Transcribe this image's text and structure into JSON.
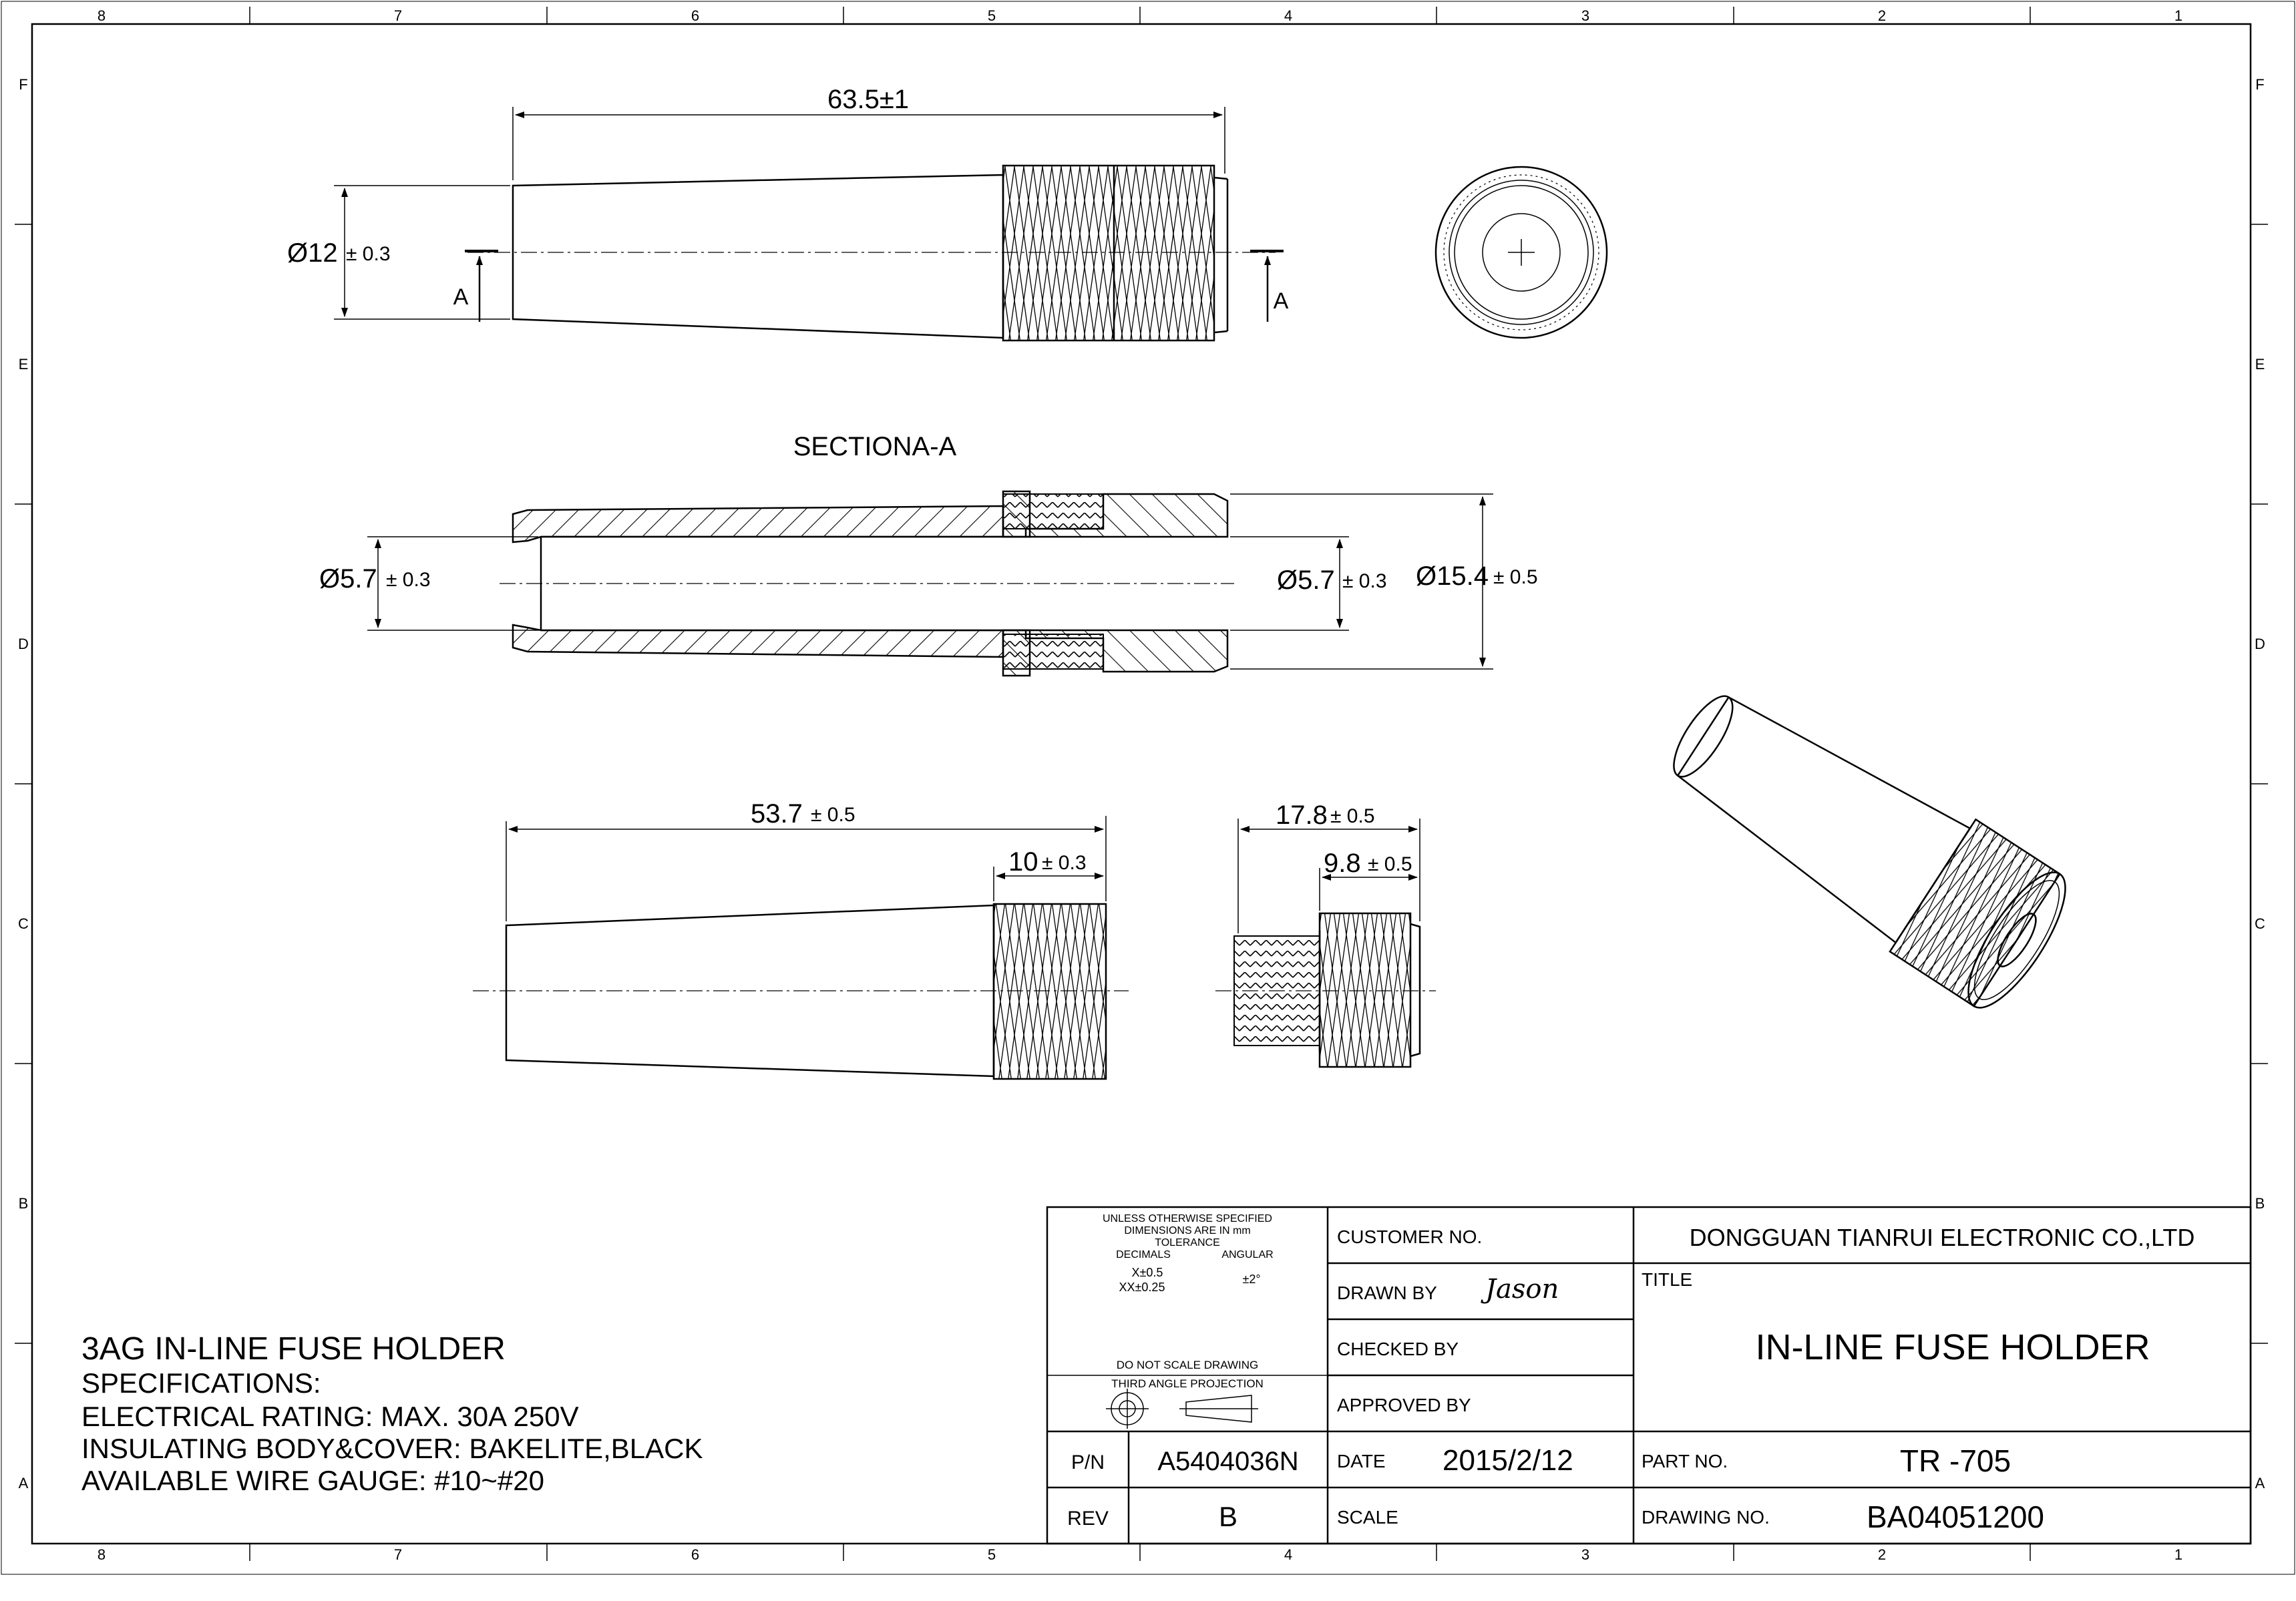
{
  "border": {
    "columns": [
      "8",
      "7",
      "6",
      "5",
      "4",
      "3",
      "2",
      "1"
    ],
    "rows": [
      "F",
      "E",
      "D",
      "C",
      "B",
      "A"
    ]
  },
  "views": {
    "top": {
      "dim_length": "63.5±1",
      "dim_dia": "Ø12",
      "dim_dia_tol": "± 0.3",
      "section_mark_left": "A",
      "section_mark_right": "A"
    },
    "section": {
      "title": "SECTIONA-A",
      "dim_bore_left": "Ø5.7",
      "dim_bore_left_tol": "± 0.3",
      "dim_bore_right": "Ø5.7",
      "dim_bore_right_tol": "± 0.3",
      "dim_outer": "Ø15.4",
      "dim_outer_tol": "± 0.5"
    },
    "body": {
      "dim_length": "53.7",
      "dim_length_tol": "± 0.5",
      "dim_knurl": "10",
      "dim_knurl_tol": "± 0.3"
    },
    "cap": {
      "dim_length": "17.8",
      "dim_length_tol": "± 0.5",
      "dim_knurl": "9.8",
      "dim_knurl_tol": "± 0.5"
    }
  },
  "notes": {
    "title": "3AG IN-LINE FUSE HOLDER",
    "specs_heading": "SPECIFICATIONS:",
    "rating": "ELECTRICAL RATING: MAX. 30A 250V",
    "material": "INSULATING BODY&COVER: BAKELITE,BLACK",
    "gauge": "AVAILABLE WIRE GAUGE: #10~#20"
  },
  "title_block": {
    "tol_line1": "UNLESS OTHERWISE SPECIFIED",
    "tol_line2": "DIMENSIONS ARE IN mm",
    "tol_line3": "TOLERANCE",
    "decimals_label": "DECIMALS",
    "angular_label": "ANGULAR",
    "dec_x": "X±0.5",
    "dec_xx": "XX±0.25",
    "angular_value": "±2°",
    "do_not_scale": "DO NOT SCALE DRAWING",
    "projection": "THIRD ANGLE PROJECTION",
    "pn_label": "P/N",
    "pn_value": "A5404036N",
    "rev_label": "REV",
    "rev_value": "B",
    "customer_label": "CUSTOMER NO.",
    "drawn_label": "DRAWN BY",
    "drawn_value": "Jason",
    "checked_label": "CHECKED BY",
    "approved_label": "APPROVED BY",
    "date_label": "DATE",
    "date_value": "2015/2/12",
    "scale_label": "SCALE",
    "company": "DONGGUAN TIANRUI ELECTRONIC CO.,LTD",
    "title_label": "TITLE",
    "title_value": "IN-LINE FUSE HOLDER",
    "part_label": "PART NO.",
    "part_value": "TR -705",
    "drawing_label": "DRAWING NO.",
    "drawing_value": "BA04051200"
  }
}
